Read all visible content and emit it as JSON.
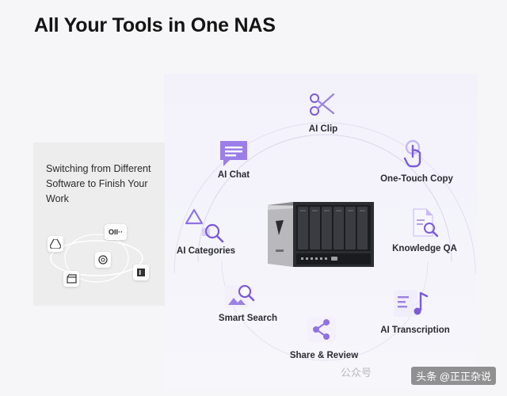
{
  "page_title": "All Your Tools in One NAS",
  "left_card": {
    "text": "Switching from Different Software to Finish Your Work"
  },
  "features": {
    "ai_clip": "AI Clip",
    "ai_chat": "AI Chat",
    "one_touch_copy": "One-Touch Copy",
    "ai_categories": "AI Categories",
    "knowledge_qa": "Knowledge QA",
    "smart_search": "Smart Search",
    "ai_transcription": "AI Transcription",
    "share_review": "Share & Review"
  },
  "watermark": {
    "faint": "公众号",
    "label": "头条 @正正杂说"
  },
  "colors": {
    "accent": "#7b5bd9",
    "accent_light": "#b9a4ee",
    "panel_bg": "#f3f2fb"
  }
}
